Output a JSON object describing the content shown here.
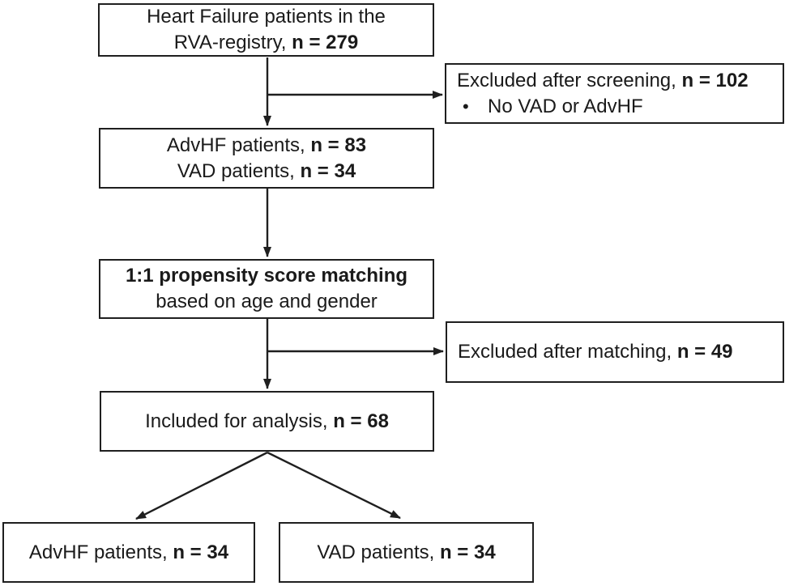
{
  "figure": {
    "type": "patient-flow-diagram",
    "background_color": "#ffffff",
    "line_color": "#1f1f1f",
    "text_color": "#1a1a1a"
  },
  "boxes": {
    "registry": {
      "line1": "Heart Failure patients in the",
      "line2_regular": "RVA-registry, ",
      "line2_bold": "n = 279"
    },
    "excluded_screening": {
      "line1_regular": "Excluded after screening, ",
      "line1_bold": "n = 102",
      "bullet_glyph": "•",
      "bullet_text": "No VAD or AdvHF"
    },
    "cohort": {
      "line1_regular": "AdvHF patients, ",
      "line1_bold": "n = 83",
      "line2_regular": "VAD patients, ",
      "line2_bold": "n = 34"
    },
    "matching": {
      "line1_bold": "1:1 propensity score matching",
      "line2": "based on age and gender"
    },
    "excluded_matching": {
      "line1_regular": "Excluded after matching, ",
      "line1_bold": "n = 49"
    },
    "included": {
      "line1_regular": "Included for analysis, ",
      "line1_bold": "n = 68"
    },
    "final_advhf": {
      "line1_regular": "AdvHF patients, ",
      "line1_bold": "n = 34"
    },
    "final_vad": {
      "line1_regular": "VAD patients, ",
      "line1_bold": "n = 34"
    }
  }
}
